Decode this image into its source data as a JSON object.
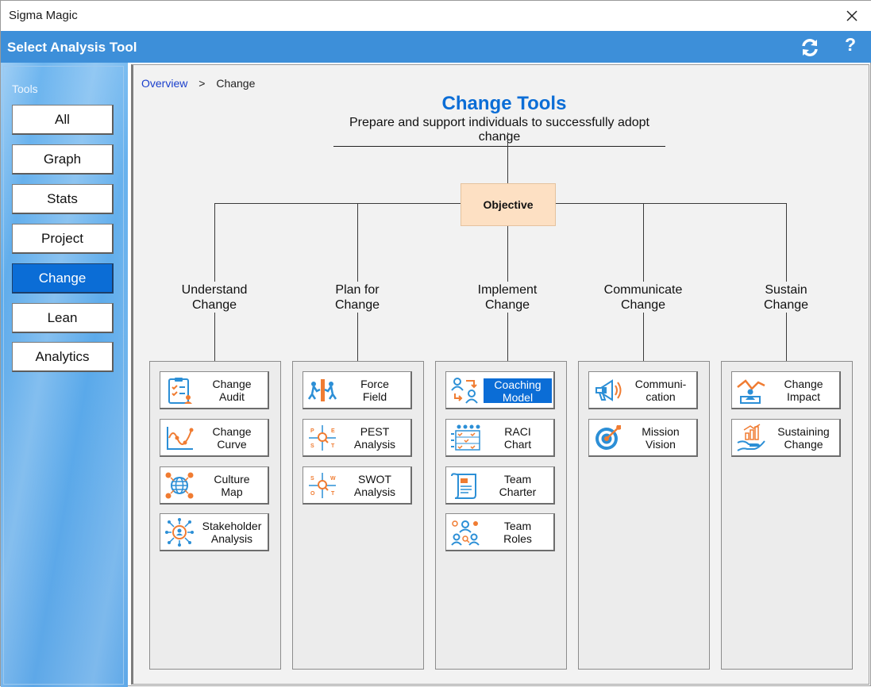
{
  "window": {
    "title": "Sigma Magic"
  },
  "header": {
    "title": "Select Analysis Tool",
    "help_label": "?"
  },
  "sidebar": {
    "label": "Tools",
    "items": [
      {
        "label": "All",
        "active": false
      },
      {
        "label": "Graph",
        "active": false
      },
      {
        "label": "Stats",
        "active": false
      },
      {
        "label": "Project",
        "active": false
      },
      {
        "label": "Change",
        "active": true
      },
      {
        "label": "Lean",
        "active": false
      },
      {
        "label": "Analytics",
        "active": false
      }
    ]
  },
  "breadcrumb": {
    "link": "Overview",
    "separator": ">",
    "current": "Change"
  },
  "main": {
    "title": "Change Tools",
    "subtitle": "Prepare and support individuals to successfully adopt change",
    "objective": "Objective"
  },
  "categories": [
    {
      "label": "Understand\nChange",
      "tools": [
        {
          "label": "Change\nAudit",
          "icon": "clipboard-checklist-icon",
          "active": false
        },
        {
          "label": "Change\nCurve",
          "icon": "curve-chart-icon",
          "active": false
        },
        {
          "label": "Culture\nMap",
          "icon": "globe-network-icon",
          "active": false
        },
        {
          "label": "Stakeholder\nAnalysis",
          "icon": "stakeholder-hub-icon",
          "active": false
        }
      ]
    },
    {
      "label": "Plan for\nChange",
      "tools": [
        {
          "label": "Force\nField",
          "icon": "force-push-icon",
          "active": false
        },
        {
          "label": "PEST\nAnalysis",
          "icon": "pest-grid-icon",
          "active": false
        },
        {
          "label": "SWOT\nAnalysis",
          "icon": "swot-grid-icon",
          "active": false
        }
      ]
    },
    {
      "label": "Implement\nChange",
      "tools": [
        {
          "label": "Coaching\nModel",
          "icon": "coaching-people-icon",
          "active": true
        },
        {
          "label": "RACI\nChart",
          "icon": "raci-chart-icon",
          "active": false
        },
        {
          "label": "Team\nCharter",
          "icon": "charter-scroll-icon",
          "active": false
        },
        {
          "label": "Team\nRoles",
          "icon": "team-roles-icon",
          "active": false
        }
      ]
    },
    {
      "label": "Communicate\nChange",
      "tools": [
        {
          "label": "Communi-\ncation",
          "icon": "megaphone-icon",
          "active": false
        },
        {
          "label": "Mission\nVision",
          "icon": "target-arrow-icon",
          "active": false
        }
      ]
    },
    {
      "label": "Sustain\nChange",
      "tools": [
        {
          "label": "Change\nImpact",
          "icon": "impact-person-icon",
          "active": false
        },
        {
          "label": "Sustaining\nChange",
          "icon": "hand-growth-icon",
          "active": false
        }
      ]
    }
  ],
  "colors": {
    "accent": "#0b6dd6",
    "header": "#3d8fd9",
    "objective": "#fde0c3",
    "icon_blue": "#2c8fd6",
    "icon_orange": "#f07c32"
  }
}
